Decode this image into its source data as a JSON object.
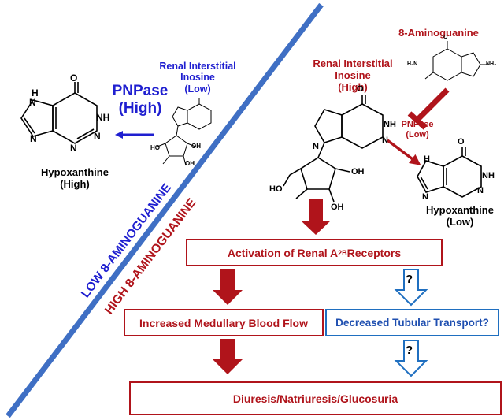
{
  "left": {
    "inosine_label": [
      "Renal Interstitial",
      "Inosine",
      "(Low)"
    ],
    "pnpase_label": [
      "PNPase",
      "(High)"
    ],
    "hypoxanthine_label": [
      "Hypoxanthine",
      "(High)"
    ]
  },
  "right": {
    "aminoguanine_label": "8-Aminoguanine",
    "inosine_label": [
      "Renal Interstitial",
      "Inosine",
      "(High)"
    ],
    "pnpase_label": [
      "PNPase",
      "(Low)"
    ],
    "hypoxanthine_label": [
      "Hypoxanthine",
      "(Low)"
    ]
  },
  "diagonal": {
    "low_label": "LOW 8-AMINOGUANINE",
    "high_label": "HIGH 8-AMINOGUANINE"
  },
  "boxes": {
    "activation": {
      "prefix": "Activation of Renal A",
      "sub": "2B",
      "suffix": " Receptors"
    },
    "blood_flow": "Increased Medullary Blood Flow",
    "tubular": "Decreased Tubular Transport?",
    "diuresis": "Diuresis/Natriuresis/Glucosuria"
  },
  "question_marks": [
    "?",
    "?"
  ],
  "molecule_atoms": {
    "N": "N",
    "NH": "NH",
    "H": "H",
    "O": "O",
    "OH": "OH",
    "HO": "HO",
    "NH2": "NH₂",
    "H2N": "H₂N"
  },
  "colors": {
    "blue": "#1f1fd0",
    "red": "#b0141b",
    "outline_blue": "#1f6fc0",
    "diagonal_line": "#3f6fc4"
  }
}
